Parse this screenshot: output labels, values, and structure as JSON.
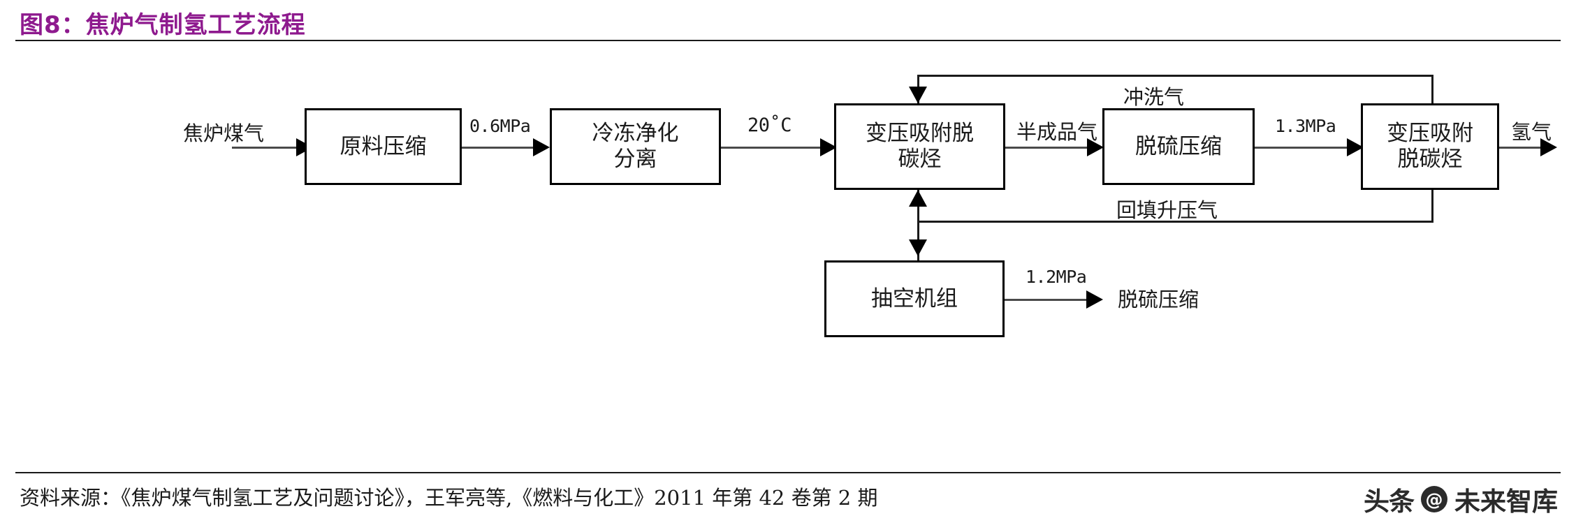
{
  "header": {
    "title": "图8：焦炉气制氢工艺流程",
    "title_color": "#8e1a8e"
  },
  "diagram": {
    "type": "process-flow",
    "boxes": [
      {
        "id": "raw-gas-compression",
        "label": "原料压缩"
      },
      {
        "id": "cryogenic-purification",
        "label": "冷冻净化\n分离"
      },
      {
        "id": "psa-decarb-1",
        "label": "变压吸附脱\n碳烃"
      },
      {
        "id": "desulfur-compression",
        "label": "脱硫压缩"
      },
      {
        "id": "psa-decarb-2",
        "label": "变压吸附\n脱碳烃"
      },
      {
        "id": "vacuum-unit",
        "label": "抽空机组"
      }
    ],
    "stream_labels": {
      "inlet_feed": "焦炉煤气",
      "p_after_compression": "0.6MPa",
      "t_after_purification": "20˚C",
      "semi_product_gas": "半成品气",
      "p_after_desulfur": "1.3MPa",
      "product_hydrogen": "氢气",
      "purge_gas": "冲洗气",
      "backfill_pressurize_gas": "回填升压气",
      "p_vacuum_outlet": "1.2MPa",
      "vacuum_outlet_target": "脱硫压缩"
    }
  },
  "footer": {
    "source": "资料来源：《焦炉煤气制氢工艺及问题讨论》，王军亮等,《燃料与化工》2011 年第 42 卷第 2 期",
    "watermark_brand": "头条",
    "watermark_at": "@",
    "watermark_name": "未来智库"
  }
}
